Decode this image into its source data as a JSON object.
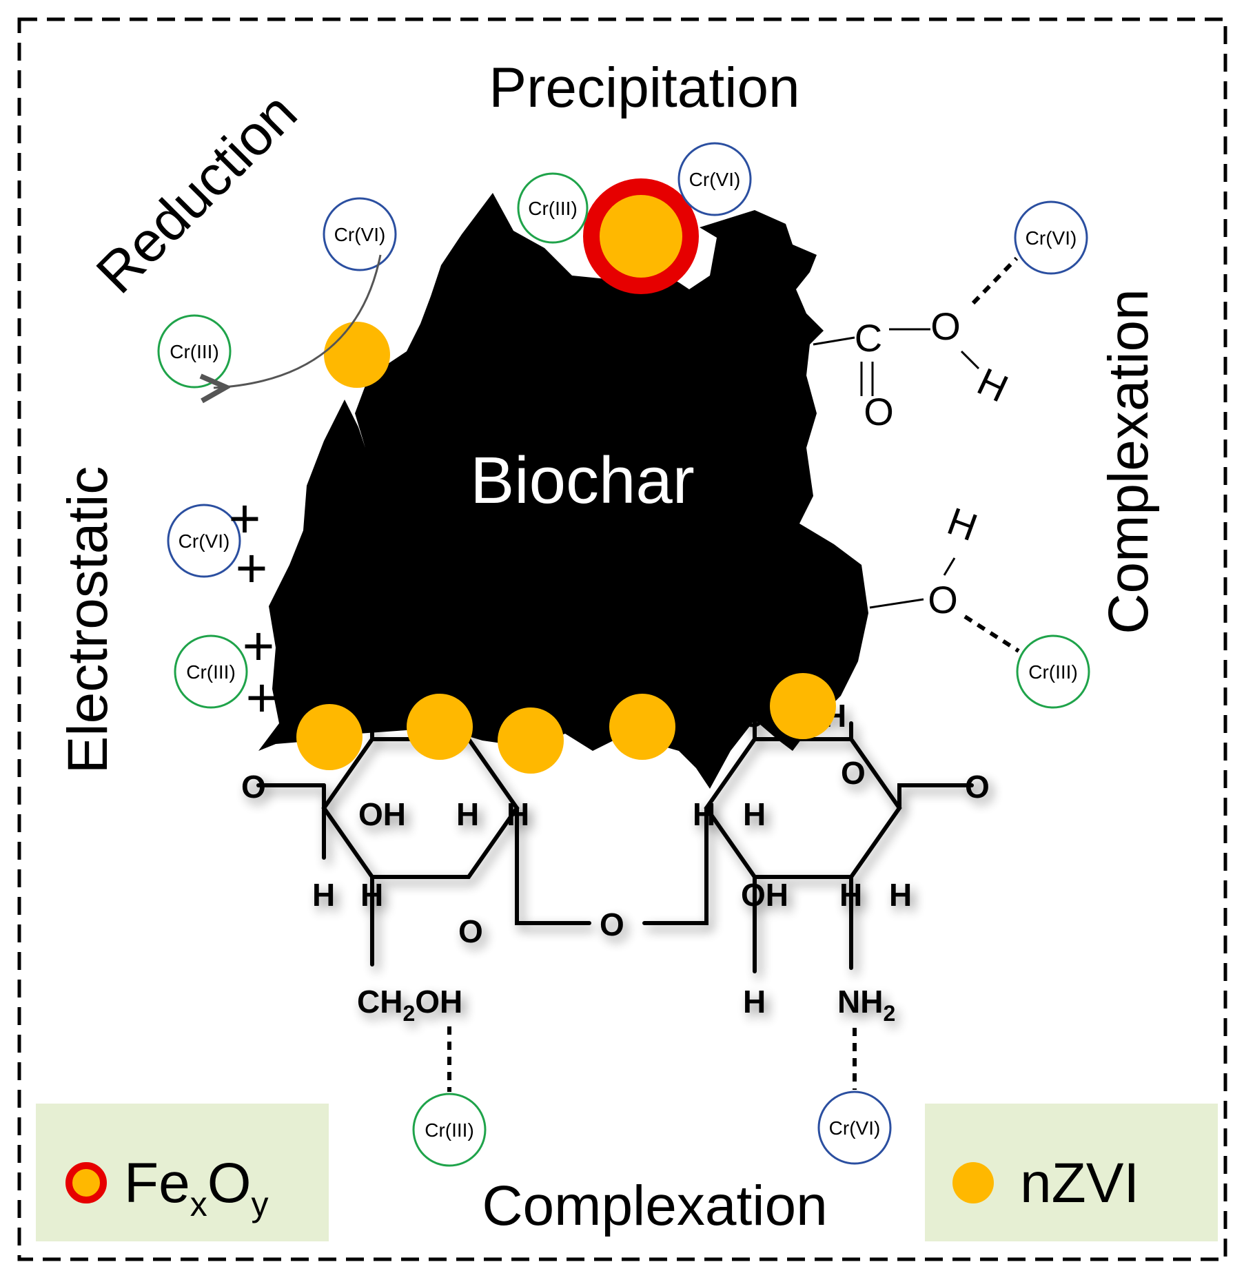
{
  "labels": {
    "precipitation": "Precipitation",
    "reduction": "Reduction",
    "electrostatic": "Electrostatic",
    "complexation_right": "Complexation",
    "complexation_bottom": "Complexation",
    "biochar": "Biochar"
  },
  "species": {
    "cr6": "Cr(VI)",
    "cr3": "Cr(III)"
  },
  "groups": {
    "carbonyl_c": "C",
    "o": "O",
    "h": "H",
    "oh": "OH",
    "ch2oh_main": "CH",
    "ch2oh_sub": "2",
    "ch2oh_tail": "OH",
    "nh2_main": "NH",
    "nh2_sub": "2",
    "plus": "+"
  },
  "legend": {
    "fexoy_main1": "Fe",
    "fexoy_sub1": "x",
    "fexoy_main2": "O",
    "fexoy_sub2": "y",
    "nzvi": "nZVI"
  },
  "colors": {
    "nzvi": "#FFB800",
    "fexoy_ring": "#E60000",
    "cr6_ring": "#2B4FA0",
    "cr3_ring": "#1FA34A",
    "legend_bg": "#E6EFD3",
    "biochar": "#000000"
  }
}
